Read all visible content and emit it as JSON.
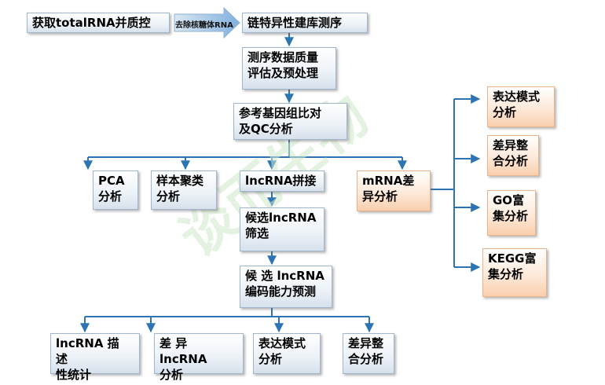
{
  "watermark": "谈而生物",
  "top_row": {
    "extract": "获取totalRNA并质控",
    "arrow_label": "去除核糖体RNA",
    "library": "链特异性建库测序"
  },
  "qc": [
    "测序数据质量",
    "评估及预处理"
  ],
  "align": [
    "参考基因组比对",
    "及QC分析"
  ],
  "mid_row": {
    "pca": [
      "PCA",
      "分析"
    ],
    "cluster": [
      "样本聚类",
      "分析"
    ],
    "lncrna_assembly": [
      "lncRNA拼接"
    ],
    "mrna_diff": [
      "mRNA差",
      "异分析"
    ]
  },
  "right_col": {
    "expression": [
      "表达模式",
      "分析"
    ],
    "diff": [
      "差异整",
      "合分析"
    ],
    "go": [
      "GO富",
      "集分析"
    ],
    "kegg": [
      "KEGG富",
      "集分析"
    ]
  },
  "candidate": [
    "候选lncRNA",
    "筛选"
  ],
  "coding": [
    "候 选 lncRNA",
    "编码能力预测"
  ],
  "bottom_row": {
    "desc": [
      "lncRNA 描 述",
      "性统计"
    ],
    "diff_lnc": [
      "差 异 lncRNA",
      "分析"
    ],
    "expr": [
      "表达模式",
      "分析"
    ],
    "integ": [
      "差异整",
      "合分析"
    ]
  },
  "colors": {
    "line": "#2e74b5",
    "orange": "#f9cfae",
    "blue": "#d7e1ec"
  }
}
